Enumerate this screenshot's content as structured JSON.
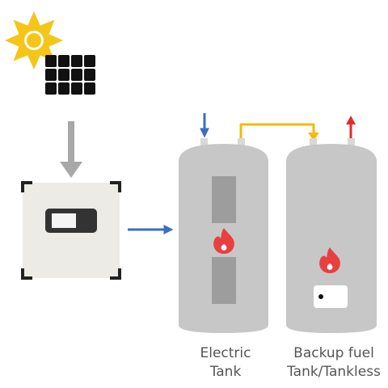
{
  "labels": {
    "electric_tank_line1": "Electric",
    "electric_tank_line2": "Tank",
    "backup_tank_line1": "Backup fuel",
    "backup_tank_line2": "Tank/Tankless"
  },
  "icons": {
    "sun": "sun-icon",
    "solar_panel": "solar-panel-icon",
    "controller": "controller-box",
    "flame": "flame-icon"
  },
  "colors": {
    "sun": "#f5c518",
    "sun_core": "#ffffff",
    "solar_panel": "#111111",
    "gray_arrow": "#a8a8a8",
    "controller_body": "#ecebe5",
    "controller_screen": "#333333",
    "tank": "#c7c7c7",
    "tank_window": "#9d9d9d",
    "cold_water": "#3a6fbf",
    "transfer_pipe": "#f3b90c",
    "hot_water": "#e32b2b",
    "flame": "#e84040",
    "label_text": "#555555"
  }
}
